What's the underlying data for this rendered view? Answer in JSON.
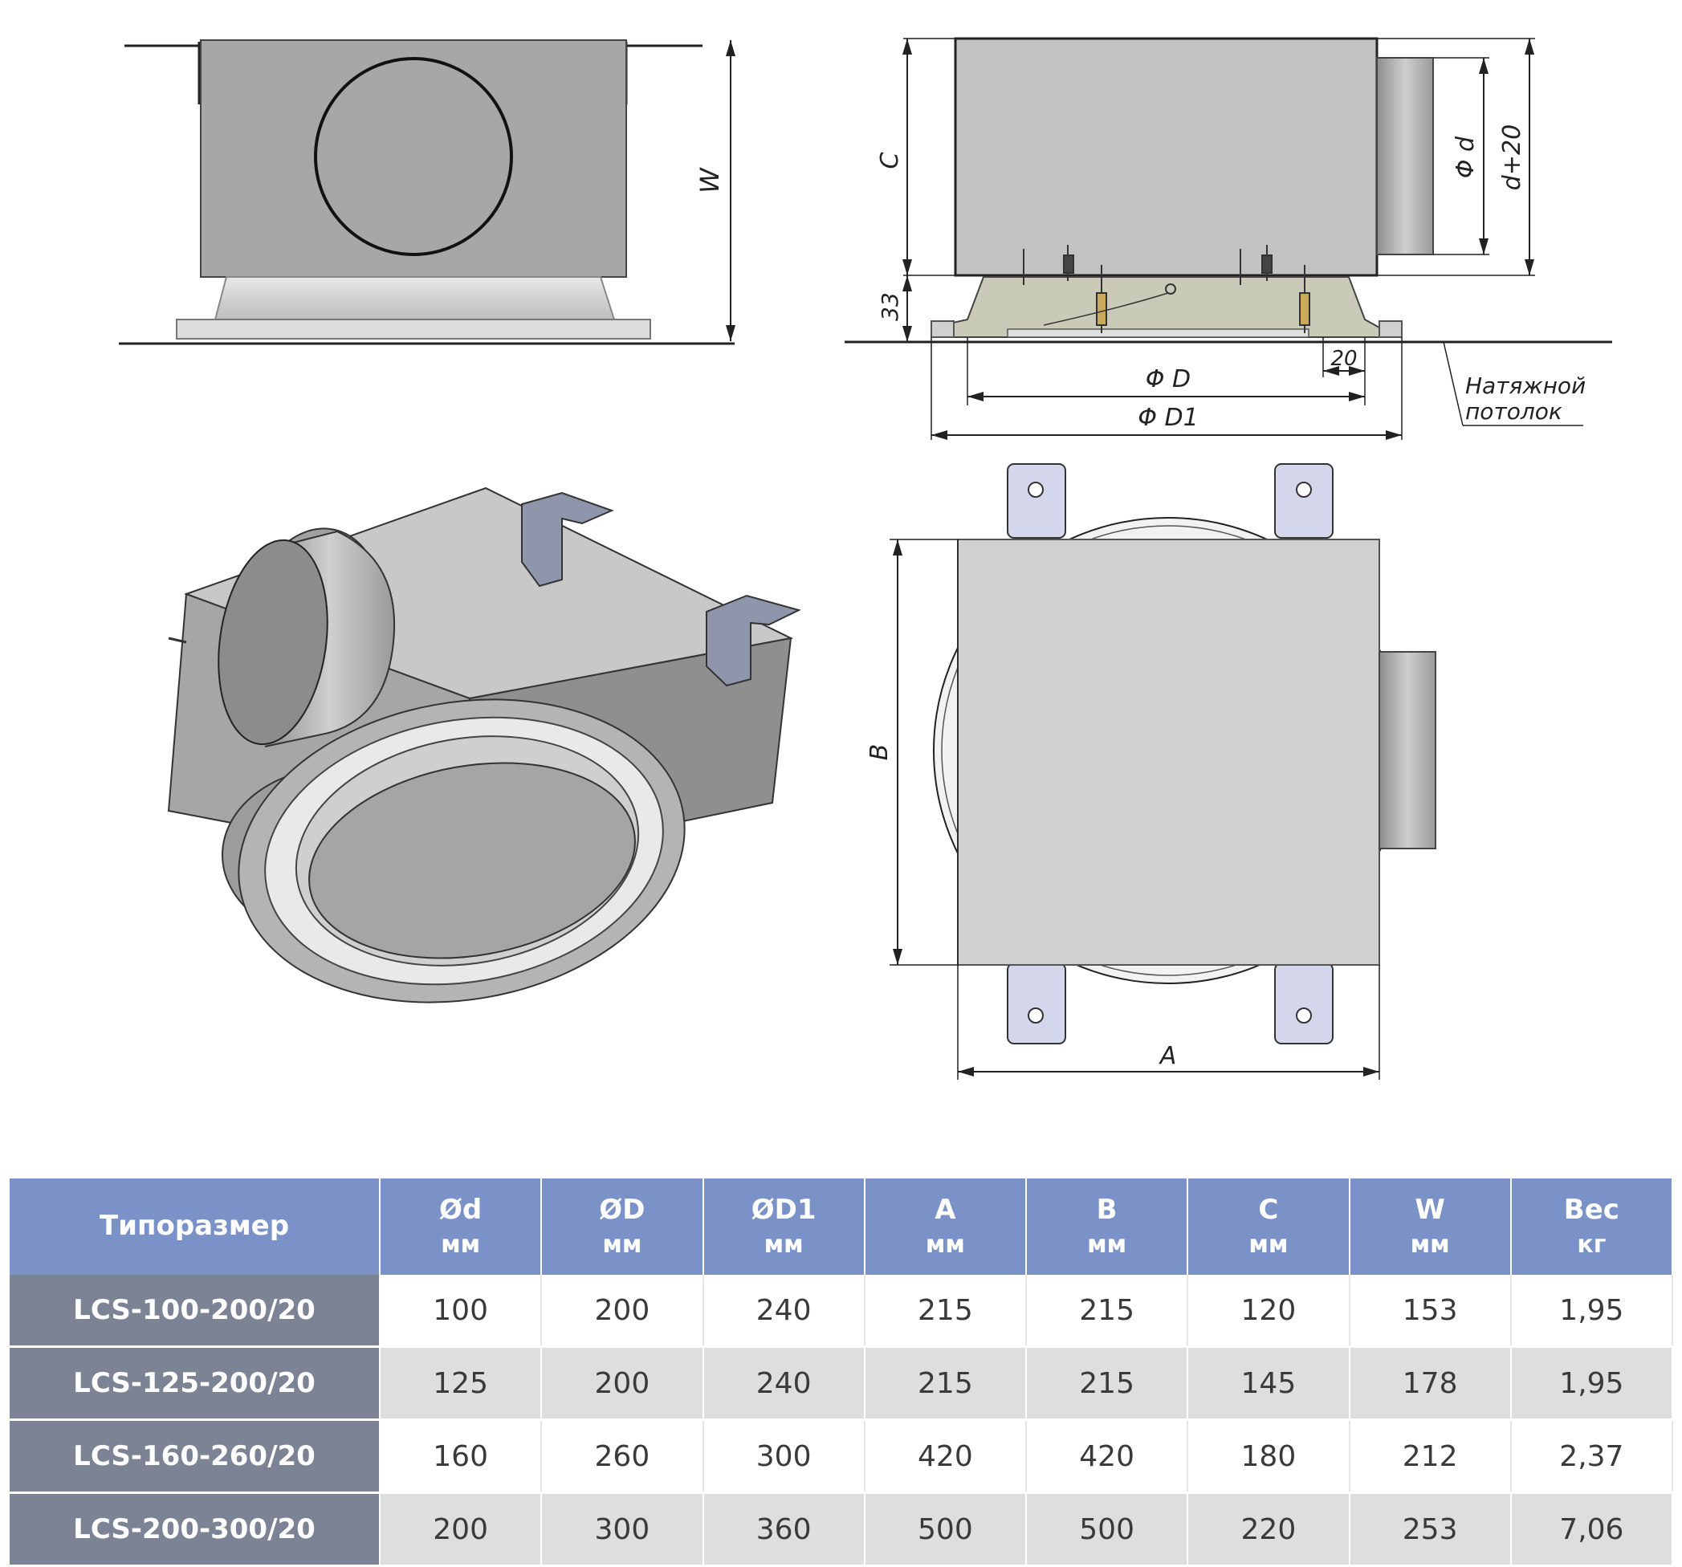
{
  "drawing": {
    "labels": {
      "w": "W",
      "c": "C",
      "h33": "33",
      "phi_d": "Φ d",
      "d20": "d+20",
      "phi_D": "Φ D",
      "phi_D1": "Φ D1",
      "twenty": "20",
      "ceiling_line1": "Натяжной",
      "ceiling_line2": "потолок",
      "b": "B",
      "a": "A"
    }
  },
  "table": {
    "headers": [
      {
        "top": "Типоразмер",
        "unit": ""
      },
      {
        "top": "Ød",
        "unit": "мм"
      },
      {
        "top": "ØD",
        "unit": "мм"
      },
      {
        "top": "ØD1",
        "unit": "мм"
      },
      {
        "top": "A",
        "unit": "мм"
      },
      {
        "top": "B",
        "unit": "мм"
      },
      {
        "top": "C",
        "unit": "мм"
      },
      {
        "top": "W",
        "unit": "мм"
      },
      {
        "top": "Вес",
        "unit": "кг"
      }
    ],
    "rows": [
      {
        "model": "LCS-100-200/20",
        "values": [
          "100",
          "200",
          "240",
          "215",
          "215",
          "120",
          "153",
          "1,95"
        ]
      },
      {
        "model": "LCS-125-200/20",
        "values": [
          "125",
          "200",
          "240",
          "215",
          "215",
          "145",
          "178",
          "1,95"
        ]
      },
      {
        "model": "LCS-160-260/20",
        "values": [
          "160",
          "260",
          "300",
          "420",
          "420",
          "180",
          "212",
          "2,37"
        ]
      },
      {
        "model": "LCS-200-300/20",
        "values": [
          "200",
          "300",
          "360",
          "500",
          "500",
          "220",
          "253",
          "7,06"
        ]
      }
    ]
  }
}
